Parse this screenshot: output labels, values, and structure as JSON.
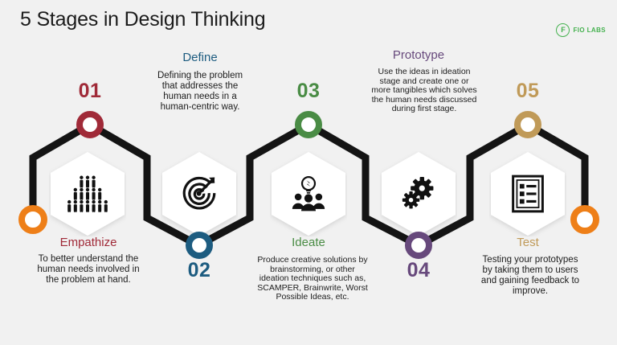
{
  "header": {
    "title": "5 Stages in Design Thinking",
    "logo_mark": "F",
    "logo_text": "FIO LABS"
  },
  "colors": {
    "background": "#f1f1f1",
    "line": "#141414",
    "hexagon": "#ffffff",
    "endpoint_orange": "#ee7f18",
    "stage1": "#a02a38",
    "stage2": "#1d5c80",
    "stage3": "#4a8c45",
    "stage4": "#67497c",
    "stage5": "#c09a58",
    "logo_green": "#44b14e",
    "text": "#1c1c1c"
  },
  "stages": [
    {
      "number": "01",
      "label": "Empathize",
      "description": "To better understand the human needs involved in the problem at hand.",
      "color": "#a02a38",
      "icon": "group-of-people-icon"
    },
    {
      "number": "02",
      "label": "Define",
      "description": "Defining the problem that addresses the human needs in a human-centric way.",
      "color": "#1d5c80",
      "icon": "target-dart-icon"
    },
    {
      "number": "03",
      "label": "Ideate",
      "description": "Produce creative solutions by brainstorming, or other ideation techniques such as, SCAMPER, Brainwrite, Worst Possible Ideas, etc.",
      "color": "#4a8c45",
      "icon": "people-lightbulb-icon"
    },
    {
      "number": "04",
      "label": "Prototype",
      "description": "Use the ideas in ideation stage and create one or more tangibles which solves the human needs discussed during first stage.",
      "color": "#67497c",
      "icon": "gears-icon"
    },
    {
      "number": "05",
      "label": "Test",
      "description": "Testing your prototypes by taking them to users and gaining feedback to improve.",
      "color": "#c09a58",
      "icon": "checklist-document-icon"
    }
  ]
}
